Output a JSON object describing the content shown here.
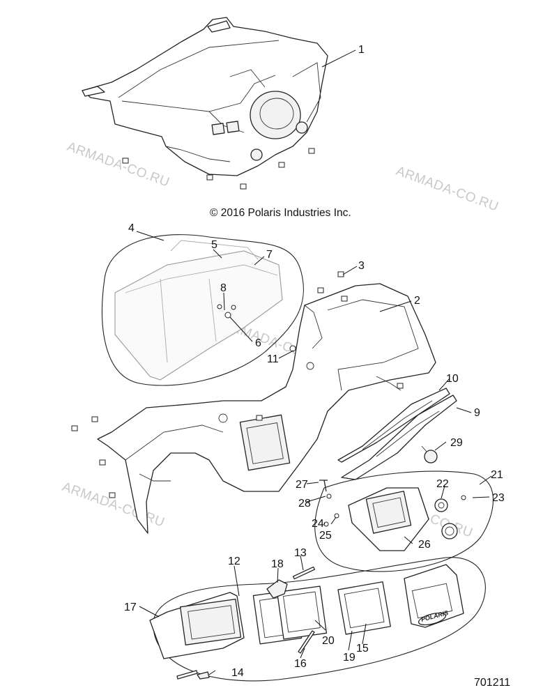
{
  "copyright": "© 2016 Polaris Industries Inc.",
  "document_number": "701211",
  "watermark": "ARMADA-CO.RU",
  "logo_text": "POLARIS",
  "callouts": [
    "1",
    "2",
    "3",
    "4",
    "5",
    "6",
    "7",
    "8",
    "9",
    "10",
    "11",
    "12",
    "13",
    "14",
    "15",
    "16",
    "17",
    "18",
    "19",
    "20",
    "21",
    "22",
    "23",
    "24",
    "25",
    "26",
    "27",
    "28",
    "29"
  ]
}
